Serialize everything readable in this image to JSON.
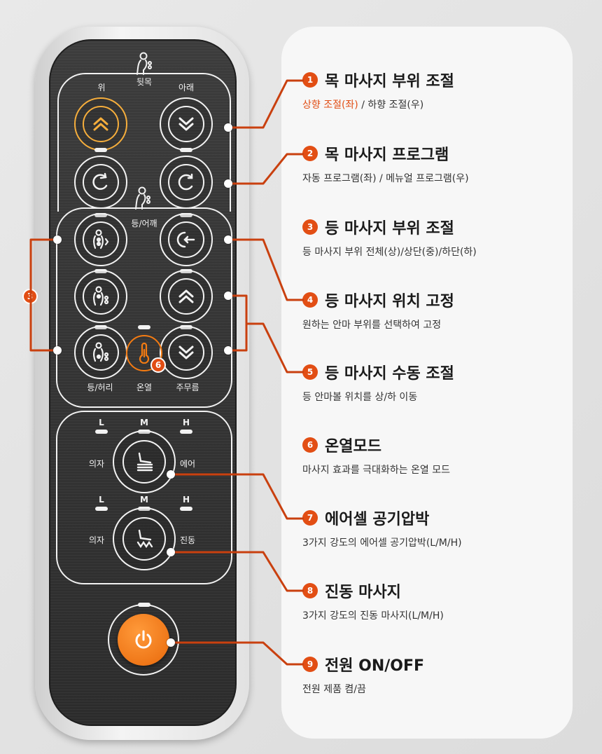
{
  "colors": {
    "accent": "#e24e14",
    "remote_body": "#333333",
    "highlight_button": "#f6ae3c",
    "power_button": "#f47b12"
  },
  "remote": {
    "neck_section_label": "뒷목",
    "up_label": "위",
    "down_label": "아래",
    "back_section_label": "등/어깨",
    "bottom_labels": {
      "back_waist": "등/허리",
      "heat": "온열",
      "kneading": "주무름"
    },
    "air": {
      "l": "L",
      "m": "M",
      "h": "H",
      "chair": "의자",
      "air": "에어"
    },
    "vibe": {
      "l": "L",
      "m": "M",
      "h": "H",
      "chair": "의자",
      "vibe": "진동"
    },
    "left_badge": "3",
    "heat_badge": "6",
    "icons": {
      "neck_person": "neck-person-icon",
      "back_person": "back-person-icon",
      "up": "chevron-up-icon",
      "down": "chevron-down-icon",
      "auto": "rotate-icon",
      "manual": "rotate-open-icon",
      "power": "power-icon"
    }
  },
  "items": [
    {
      "num": "1",
      "title": "목 마사지 부위 조절",
      "desc_highlight": "상향 조절(좌)",
      "desc_rest": " / 하향 조절(우)"
    },
    {
      "num": "2",
      "title": "목 마사지 프로그램",
      "desc": "자동 프로그램(좌) / 메뉴얼 프로그램(우)"
    },
    {
      "num": "3",
      "title": "등 마사지 부위 조절",
      "desc": "등 마사지 부위 전체(상)/상단(중)/하단(하)"
    },
    {
      "num": "4",
      "title": "등 마사지 위치 고정",
      "desc": "원하는 안마 부위를 선택하여 고정"
    },
    {
      "num": "5",
      "title": "등 마사지 수동 조절",
      "desc": "등 안마볼 위치를 상/하 이동"
    },
    {
      "num": "6",
      "title": "온열모드",
      "desc": "마사지 효과를 극대화하는 온열 모드"
    },
    {
      "num": "7",
      "title": "에어셀 공기압박",
      "desc": "3가지 강도의 에어셀 공기압박(L/M/H)"
    },
    {
      "num": "8",
      "title": "진동 마사지",
      "desc": "3가지 강도의 진동 마사지(L/M/H)"
    },
    {
      "num": "9",
      "title": "전원 ON/OFF",
      "desc": "전원 제품 켬/끔"
    }
  ]
}
